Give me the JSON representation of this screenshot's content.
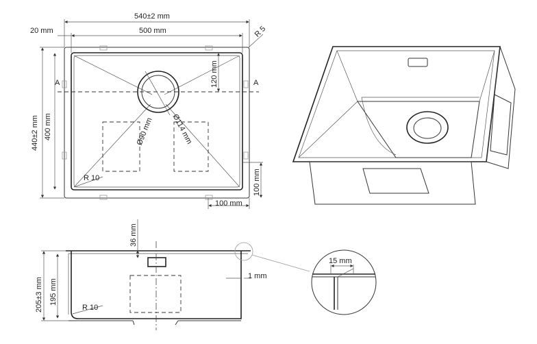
{
  "top_view": {
    "overall_width": "540±2 mm",
    "inner_width": "500 mm",
    "flange": "20 mm",
    "corner_radius_outer": "R 5",
    "overall_height": "440±2 mm",
    "inner_height": "400 mm",
    "drain_offset": "120 mm",
    "drain_diameter": "Ø90 mm",
    "drain_outer_diameter": "Ø114 mm",
    "inner_radius": "R 10",
    "mount_offset_v": "100 mm",
    "mount_offset_h": "100 mm",
    "section_left": "A",
    "section_right": "A"
  },
  "side_view": {
    "overflow_offset": "36 mm",
    "overall_depth": "205±3 mm",
    "inner_depth": "195 mm",
    "inner_radius": "R 10",
    "wall_thickness": "1 mm"
  },
  "detail": {
    "rim_width": "15 mm"
  }
}
